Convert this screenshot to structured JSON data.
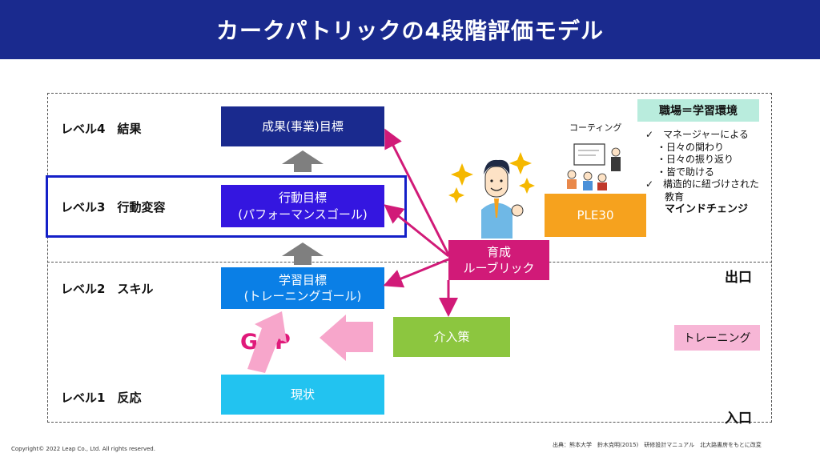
{
  "header": {
    "title": "カークパトリックの4段階評価モデル"
  },
  "levels": [
    {
      "label": "レベル4　結果"
    },
    {
      "label": "レベル3　行動変容"
    },
    {
      "label": "レベル2　スキル"
    },
    {
      "label": "レベル1　反応"
    }
  ],
  "goals": {
    "results": {
      "line1": "成果(事業)目標"
    },
    "behavior": {
      "line1": "行動目標",
      "line2": "(パフォーマンスゴール)"
    },
    "learning": {
      "line1": "学習目標",
      "line2": "(トレーニングゴール)"
    },
    "current": {
      "line1": "現状"
    }
  },
  "rubric": {
    "line1": "育成",
    "line2": "ルーブリック"
  },
  "intervention": {
    "label": "介入策"
  },
  "ple": {
    "label": "PLE30"
  },
  "coaching": {
    "label": "コーティング"
  },
  "environment": {
    "tag": "職場＝学習環境",
    "items": [
      "✓　マネージャーによる",
      "・日々の関わり",
      "・日々の振り返り",
      "・皆で助ける",
      "✓　構造的に紐づけされた",
      "教育",
      "マインドチェンジ"
    ]
  },
  "training_tag": "トレーニング",
  "gap_label": "GAP",
  "exit_label": "出口",
  "entrance_label": "入口",
  "copyright": "Copyright© 2022 Leap Co., Ltd. All rights reserved.",
  "source": "出典：熊本大学　鈴木克明(2015)　研修設計マニュアル　北大路書房をもとに改変",
  "colors": {
    "header": "#1a2a8e",
    "results_box": "#1a2a8e",
    "behavior_box": "#3416e0",
    "learning_box": "#0a7fe6",
    "current_box": "#22c3f0",
    "intervention_box": "#8cc63f",
    "ple_box": "#f6a21e",
    "rubric_box": "#d11a78",
    "arrow_magenta": "#d11a78",
    "arrow_gray": "#7f7f7f",
    "gap_arrow": "#f7a6cb"
  }
}
